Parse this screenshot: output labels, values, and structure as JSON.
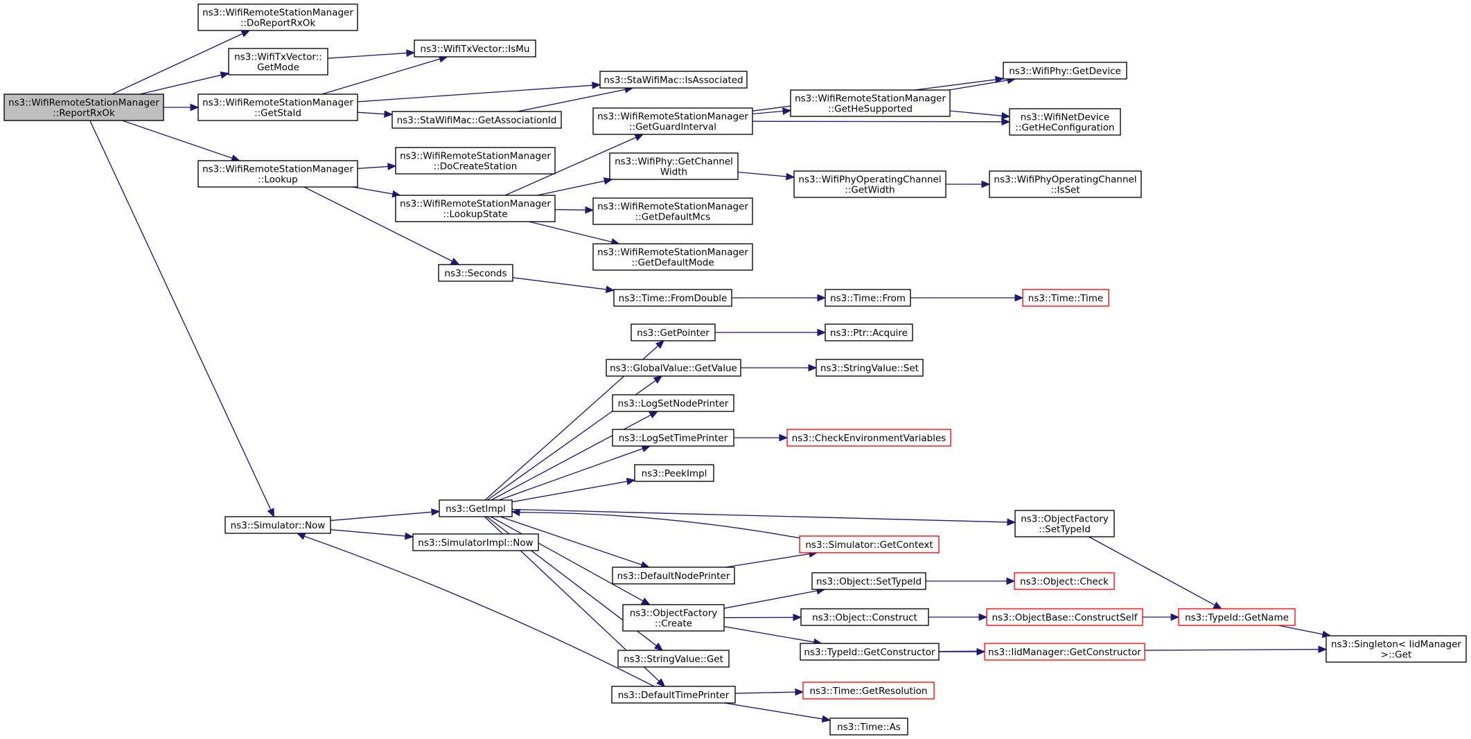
{
  "graph": {
    "root": "reportrxok",
    "nodes": [
      {
        "id": "reportrxok",
        "lines": [
          "ns3::WifiRemoteStationManager",
          "::ReportRxOk"
        ],
        "style": "current",
        "interactable": false
      },
      {
        "id": "doreportrxok",
        "lines": [
          "ns3::WifiRemoteStationManager",
          "::DoReportRxOk"
        ],
        "style": "normal",
        "interactable": true
      },
      {
        "id": "txv-getmode",
        "lines": [
          "ns3::WifiTxVector::",
          "GetMode"
        ],
        "style": "normal",
        "interactable": true
      },
      {
        "id": "txv-ismu",
        "lines": [
          "ns3::WifiTxVector::IsMu"
        ],
        "style": "normal",
        "interactable": true
      },
      {
        "id": "getstaid",
        "lines": [
          "ns3::WifiRemoteStationManager",
          "::GetStaId"
        ],
        "style": "normal",
        "interactable": true
      },
      {
        "id": "isassociated",
        "lines": [
          "ns3::StaWifiMac::IsAssociated"
        ],
        "style": "normal",
        "interactable": true
      },
      {
        "id": "getassociationid",
        "lines": [
          "ns3::StaWifiMac::GetAssociationId"
        ],
        "style": "normal",
        "interactable": true
      },
      {
        "id": "lookup",
        "lines": [
          "ns3::WifiRemoteStationManager",
          "::Lookup"
        ],
        "style": "normal",
        "interactable": true
      },
      {
        "id": "docreatestation",
        "lines": [
          "ns3::WifiRemoteStationManager",
          "::DoCreateStation"
        ],
        "style": "normal",
        "interactable": true
      },
      {
        "id": "lookupstate",
        "lines": [
          "ns3::WifiRemoteStationManager",
          "::LookupState"
        ],
        "style": "normal",
        "interactable": true
      },
      {
        "id": "getguardinterval",
        "lines": [
          "ns3::WifiRemoteStationManager",
          "::GetGuardInterval"
        ],
        "style": "normal",
        "interactable": true
      },
      {
        "id": "gethesupported",
        "lines": [
          "ns3::WifiRemoteStationManager",
          "::GetHeSupported"
        ],
        "style": "normal",
        "interactable": true
      },
      {
        "id": "phy-getdevice",
        "lines": [
          "ns3::WifiPhy::GetDevice"
        ],
        "style": "normal",
        "interactable": true
      },
      {
        "id": "getheconfig",
        "lines": [
          "ns3::WifiNetDevice",
          "::GetHeConfiguration"
        ],
        "style": "normal",
        "interactable": true
      },
      {
        "id": "getchannelwidth",
        "lines": [
          "ns3::WifiPhy::GetChannel",
          "Width"
        ],
        "style": "normal",
        "interactable": true
      },
      {
        "id": "opch-getwidth",
        "lines": [
          "ns3::WifiPhyOperatingChannel",
          "::GetWidth"
        ],
        "style": "normal",
        "interactable": true
      },
      {
        "id": "opch-isset",
        "lines": [
          "ns3::WifiPhyOperatingChannel",
          "::IsSet"
        ],
        "style": "normal",
        "interactable": true
      },
      {
        "id": "getdefaultmcs",
        "lines": [
          "ns3::WifiRemoteStationManager",
          "::GetDefaultMcs"
        ],
        "style": "normal",
        "interactable": true
      },
      {
        "id": "getdefaultmode",
        "lines": [
          "ns3::WifiRemoteStationManager",
          "::GetDefaultMode"
        ],
        "style": "normal",
        "interactable": true
      },
      {
        "id": "seconds",
        "lines": [
          "ns3::Seconds"
        ],
        "style": "normal",
        "interactable": true
      },
      {
        "id": "fromdouble",
        "lines": [
          "ns3::Time::FromDouble"
        ],
        "style": "normal",
        "interactable": true
      },
      {
        "id": "time-from",
        "lines": [
          "ns3::Time::From"
        ],
        "style": "normal",
        "interactable": true
      },
      {
        "id": "time-time",
        "lines": [
          "ns3::Time::Time"
        ],
        "style": "truncated",
        "interactable": true
      },
      {
        "id": "getpointer",
        "lines": [
          "ns3::GetPointer"
        ],
        "style": "normal",
        "interactable": true
      },
      {
        "id": "ptr-acquire",
        "lines": [
          "ns3::Ptr::Acquire"
        ],
        "style": "normal",
        "interactable": true
      },
      {
        "id": "gv-getvalue",
        "lines": [
          "ns3::GlobalValue::GetValue"
        ],
        "style": "normal",
        "interactable": true
      },
      {
        "id": "sv-set",
        "lines": [
          "ns3::StringValue::Set"
        ],
        "style": "normal",
        "interactable": true
      },
      {
        "id": "logsetnodeprinter",
        "lines": [
          "ns3::LogSetNodePrinter"
        ],
        "style": "normal",
        "interactable": true
      },
      {
        "id": "logsettimeprinter",
        "lines": [
          "ns3::LogSetTimePrinter"
        ],
        "style": "normal",
        "interactable": true
      },
      {
        "id": "checkenv",
        "lines": [
          "ns3::CheckEnvironmentVariables"
        ],
        "style": "truncated",
        "interactable": true
      },
      {
        "id": "peekimpl",
        "lines": [
          "ns3::PeekImpl"
        ],
        "style": "normal",
        "interactable": true
      },
      {
        "id": "getimpl",
        "lines": [
          "ns3::GetImpl"
        ],
        "style": "normal",
        "interactable": true
      },
      {
        "id": "sim-now",
        "lines": [
          "ns3::Simulator::Now"
        ],
        "style": "normal",
        "interactable": true
      },
      {
        "id": "simimpl-now",
        "lines": [
          "ns3::SimulatorImpl::Now"
        ],
        "style": "normal",
        "interactable": true
      },
      {
        "id": "of-settypeid",
        "lines": [
          "ns3::ObjectFactory",
          "::SetTypeId"
        ],
        "style": "normal",
        "interactable": true
      },
      {
        "id": "sim-getcontext",
        "lines": [
          "ns3::Simulator::GetContext"
        ],
        "style": "truncated",
        "interactable": true
      },
      {
        "id": "defaultnodeprinter",
        "lines": [
          "ns3::DefaultNodePrinter"
        ],
        "style": "normal",
        "interactable": true
      },
      {
        "id": "obj-settypeid",
        "lines": [
          "ns3::Object::SetTypeId"
        ],
        "style": "normal",
        "interactable": true
      },
      {
        "id": "obj-check",
        "lines": [
          "ns3::Object::Check"
        ],
        "style": "truncated",
        "interactable": true
      },
      {
        "id": "of-create",
        "lines": [
          "ns3::ObjectFactory",
          "::Create"
        ],
        "style": "normal",
        "interactable": true
      },
      {
        "id": "obj-construct",
        "lines": [
          "ns3::Object::Construct"
        ],
        "style": "normal",
        "interactable": true
      },
      {
        "id": "ob-constructself",
        "lines": [
          "ns3::ObjectBase::ConstructSelf"
        ],
        "style": "truncated",
        "interactable": true
      },
      {
        "id": "typeid-getname",
        "lines": [
          "ns3::TypeId::GetName"
        ],
        "style": "truncated",
        "interactable": true
      },
      {
        "id": "singleton-get",
        "lines": [
          "ns3::Singleton< IidManager",
          ">::Get"
        ],
        "style": "normal",
        "interactable": true
      },
      {
        "id": "typeid-getconstructor",
        "lines": [
          "ns3::TypeId::GetConstructor"
        ],
        "style": "normal",
        "interactable": true
      },
      {
        "id": "iid-getconstructor",
        "lines": [
          "ns3::IidManager::GetConstructor"
        ],
        "style": "truncated",
        "interactable": true
      },
      {
        "id": "sv-get",
        "lines": [
          "ns3::StringValue::Get"
        ],
        "style": "normal",
        "interactable": true
      },
      {
        "id": "defaulttimeprinter",
        "lines": [
          "ns3::DefaultTimePrinter"
        ],
        "style": "normal",
        "interactable": true
      },
      {
        "id": "time-getresolution",
        "lines": [
          "ns3::Time::GetResolution"
        ],
        "style": "truncated",
        "interactable": true
      },
      {
        "id": "time-as",
        "lines": [
          "ns3::Time::As"
        ],
        "style": "normal",
        "interactable": true
      }
    ],
    "edges": [
      {
        "from": "reportrxok",
        "to": "doreportrxok"
      },
      {
        "from": "reportrxok",
        "to": "txv-getmode"
      },
      {
        "from": "reportrxok",
        "to": "getstaid"
      },
      {
        "from": "reportrxok",
        "to": "lookup"
      },
      {
        "from": "reportrxok",
        "to": "sim-now"
      },
      {
        "from": "txv-getmode",
        "to": "txv-ismu"
      },
      {
        "from": "getstaid",
        "to": "txv-ismu"
      },
      {
        "from": "getstaid",
        "to": "isassociated"
      },
      {
        "from": "getstaid",
        "to": "getassociationid"
      },
      {
        "from": "getassociationid",
        "to": "isassociated"
      },
      {
        "from": "lookup",
        "to": "docreatestation"
      },
      {
        "from": "lookup",
        "to": "lookupstate"
      },
      {
        "from": "lookup",
        "to": "seconds"
      },
      {
        "from": "lookupstate",
        "to": "getguardinterval"
      },
      {
        "from": "lookupstate",
        "to": "getchannelwidth"
      },
      {
        "from": "lookupstate",
        "to": "getdefaultmcs"
      },
      {
        "from": "lookupstate",
        "to": "getdefaultmode"
      },
      {
        "from": "getguardinterval",
        "to": "phy-getdevice"
      },
      {
        "from": "getguardinterval",
        "to": "gethesupported"
      },
      {
        "from": "getguardinterval",
        "to": "getheconfig"
      },
      {
        "from": "gethesupported",
        "to": "phy-getdevice"
      },
      {
        "from": "gethesupported",
        "to": "getheconfig"
      },
      {
        "from": "getchannelwidth",
        "to": "opch-getwidth"
      },
      {
        "from": "opch-getwidth",
        "to": "opch-isset"
      },
      {
        "from": "seconds",
        "to": "fromdouble"
      },
      {
        "from": "fromdouble",
        "to": "time-from"
      },
      {
        "from": "time-from",
        "to": "time-time"
      },
      {
        "from": "getpointer",
        "to": "ptr-acquire"
      },
      {
        "from": "gv-getvalue",
        "to": "sv-set"
      },
      {
        "from": "logsettimeprinter",
        "to": "checkenv"
      },
      {
        "from": "getimpl",
        "to": "getpointer"
      },
      {
        "from": "getimpl",
        "to": "gv-getvalue"
      },
      {
        "from": "getimpl",
        "to": "logsetnodeprinter"
      },
      {
        "from": "getimpl",
        "to": "logsettimeprinter"
      },
      {
        "from": "getimpl",
        "to": "peekimpl"
      },
      {
        "from": "getimpl",
        "to": "of-settypeid"
      },
      {
        "from": "getimpl",
        "to": "defaultnodeprinter"
      },
      {
        "from": "getimpl",
        "to": "of-create"
      },
      {
        "from": "getimpl",
        "to": "sv-get"
      },
      {
        "from": "getimpl",
        "to": "defaulttimeprinter"
      },
      {
        "from": "sim-getcontext",
        "to": "getimpl"
      },
      {
        "from": "sim-now",
        "to": "getimpl"
      },
      {
        "from": "sim-now",
        "to": "simimpl-now"
      },
      {
        "from": "defaultnodeprinter",
        "to": "sim-getcontext"
      },
      {
        "from": "defaulttimeprinter",
        "to": "sim-now"
      },
      {
        "from": "defaulttimeprinter",
        "to": "time-getresolution"
      },
      {
        "from": "defaulttimeprinter",
        "to": "time-as"
      },
      {
        "from": "of-settypeid",
        "to": "typeid-getname"
      },
      {
        "from": "of-create",
        "to": "obj-settypeid"
      },
      {
        "from": "of-create",
        "to": "obj-construct"
      },
      {
        "from": "of-create",
        "to": "typeid-getconstructor"
      },
      {
        "from": "obj-settypeid",
        "to": "obj-check"
      },
      {
        "from": "obj-construct",
        "to": "ob-constructself"
      },
      {
        "from": "ob-constructself",
        "to": "typeid-getname"
      },
      {
        "from": "typeid-getname",
        "to": "singleton-get"
      },
      {
        "from": "typeid-getconstructor",
        "to": "iid-getconstructor"
      },
      {
        "from": "typeid-getconstructor",
        "to": "singleton-get"
      }
    ]
  }
}
